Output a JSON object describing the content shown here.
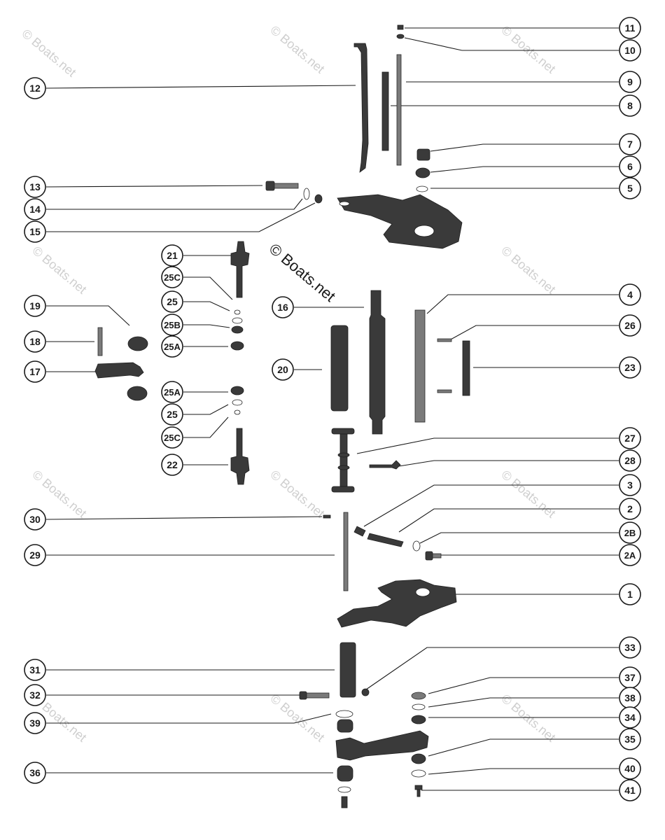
{
  "watermarks": {
    "center": "© Boats.net",
    "faint": "© Boats.net"
  },
  "callouts": [
    {
      "id": "c11",
      "label": "11"
    },
    {
      "id": "c10",
      "label": "10"
    },
    {
      "id": "c9",
      "label": "9"
    },
    {
      "id": "c8",
      "label": "8"
    },
    {
      "id": "c7",
      "label": "7"
    },
    {
      "id": "c6",
      "label": "6"
    },
    {
      "id": "c5",
      "label": "5"
    },
    {
      "id": "c12",
      "label": "12"
    },
    {
      "id": "c13",
      "label": "13"
    },
    {
      "id": "c14",
      "label": "14"
    },
    {
      "id": "c15",
      "label": "15"
    },
    {
      "id": "c21",
      "label": "21"
    },
    {
      "id": "c25C_top",
      "label": "25C"
    },
    {
      "id": "c25_top",
      "label": "25"
    },
    {
      "id": "c25B",
      "label": "25B"
    },
    {
      "id": "c25A_top",
      "label": "25A"
    },
    {
      "id": "c19",
      "label": "19"
    },
    {
      "id": "c18",
      "label": "18"
    },
    {
      "id": "c17",
      "label": "17"
    },
    {
      "id": "c25A_bot",
      "label": "25A"
    },
    {
      "id": "c25_bot",
      "label": "25"
    },
    {
      "id": "c25C_bot",
      "label": "25C"
    },
    {
      "id": "c22",
      "label": "22"
    },
    {
      "id": "c16",
      "label": "16"
    },
    {
      "id": "c20",
      "label": "20"
    },
    {
      "id": "c4",
      "label": "4"
    },
    {
      "id": "c26",
      "label": "26"
    },
    {
      "id": "c23",
      "label": "23"
    },
    {
      "id": "c27",
      "label": "27"
    },
    {
      "id": "c28",
      "label": "28"
    },
    {
      "id": "c3",
      "label": "3"
    },
    {
      "id": "c2",
      "label": "2"
    },
    {
      "id": "c2B",
      "label": "2B"
    },
    {
      "id": "c2A",
      "label": "2A"
    },
    {
      "id": "c30",
      "label": "30"
    },
    {
      "id": "c29",
      "label": "29"
    },
    {
      "id": "c1",
      "label": "1"
    },
    {
      "id": "c33",
      "label": "33"
    },
    {
      "id": "c31",
      "label": "31"
    },
    {
      "id": "c37",
      "label": "37"
    },
    {
      "id": "c32",
      "label": "32"
    },
    {
      "id": "c38",
      "label": "38"
    },
    {
      "id": "c39",
      "label": "39"
    },
    {
      "id": "c34",
      "label": "34"
    },
    {
      "id": "c35",
      "label": "35"
    },
    {
      "id": "c36",
      "label": "36"
    },
    {
      "id": "c40",
      "label": "40"
    },
    {
      "id": "c41",
      "label": "41"
    }
  ]
}
